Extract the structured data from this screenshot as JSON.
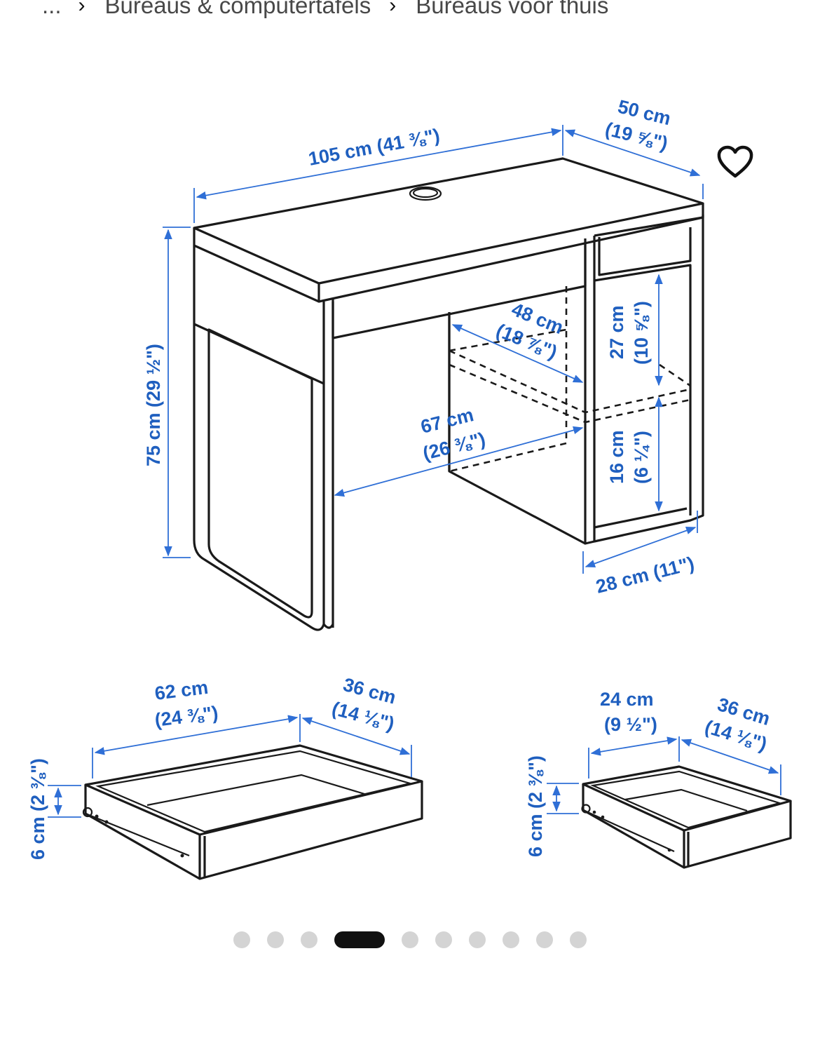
{
  "breadcrumb": {
    "ellipsis": "...",
    "separator": "›",
    "items": [
      "Bureaus & computertafels",
      "Bureaus voor thuis"
    ]
  },
  "favourite": {
    "icon": "heart-outline-icon"
  },
  "dimensions": {
    "desk_width": "105 cm (41 ⅜\")",
    "desk_depth_cm": "50 cm",
    "desk_depth_in": "(19 ⅝\")",
    "desk_height": "75 cm (29 ½\")",
    "opening_depth_cm": "48 cm",
    "opening_depth_in": "(18 ⅞\")",
    "opening_width_cm": "67 cm",
    "opening_width_in": "(26 ⅜\")",
    "upper_compartment_cm": "27 cm",
    "upper_compartment_in": "(10 ⅝\")",
    "lower_compartment_cm": "16 cm",
    "lower_compartment_in": "(6 ¼\")",
    "cabinet_width": "28 cm (11\")",
    "large_drawer_width_cm": "62 cm",
    "large_drawer_width_in": "(24 ⅜\")",
    "large_drawer_depth_cm": "36 cm",
    "large_drawer_depth_in": "(14 ⅛\")",
    "large_drawer_height": "6 cm (2 ⅜\")",
    "small_drawer_width_cm": "24 cm",
    "small_drawer_width_in": "(9 ½\")",
    "small_drawer_depth_cm": "36 cm",
    "small_drawer_depth_in": "(14 ⅛\")",
    "small_drawer_height": "6 cm (2 ⅜\")"
  },
  "carousel": {
    "total": 10,
    "active_index": 3
  }
}
